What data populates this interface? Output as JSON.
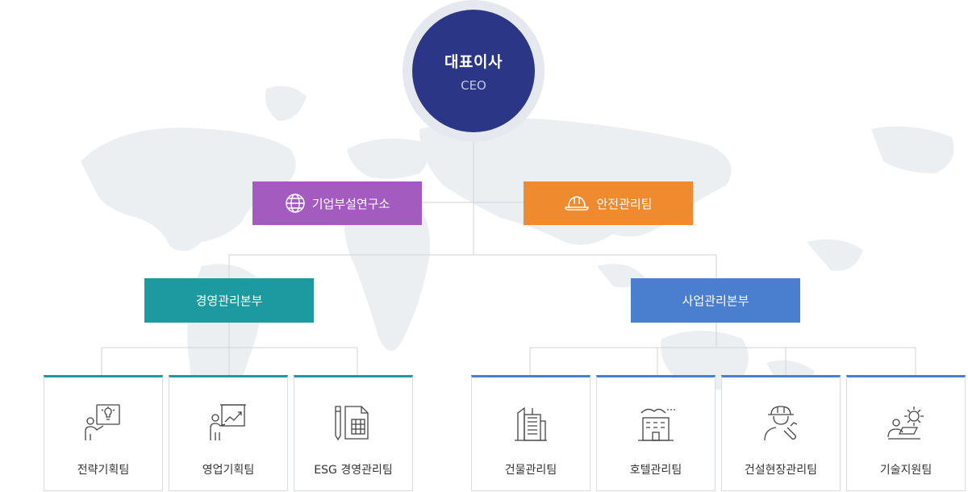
{
  "ceo": {
    "title": "대표이사",
    "subtitle": "CEO"
  },
  "staff": {
    "rnd": {
      "label": "기업부설연구소",
      "icon": "globe-icon",
      "color": "#a35bbf"
    },
    "safety": {
      "label": "안전관리팀",
      "icon": "hard-hat-icon",
      "color": "#ef8a2e"
    }
  },
  "divisions": [
    {
      "label": "경영관리본부",
      "color": "#1d9aa0",
      "teams": [
        {
          "label": "전략기획팀",
          "icon": "strategy-lightbulb-icon"
        },
        {
          "label": "영업기획팀",
          "icon": "presentation-chart-icon"
        },
        {
          "label": "ESG 경영관리팀",
          "icon": "calculator-document-icon"
        }
      ]
    },
    {
      "label": "사업관리본부",
      "color": "#4a7fcf",
      "teams": [
        {
          "label": "건물관리팀",
          "icon": "building-icon"
        },
        {
          "label": "호텔관리팀",
          "icon": "hotel-icon"
        },
        {
          "label": "건설현장관리팀",
          "icon": "construction-worker-icon"
        },
        {
          "label": "기술지원팀",
          "icon": "tech-support-gear-icon"
        }
      ]
    }
  ]
}
